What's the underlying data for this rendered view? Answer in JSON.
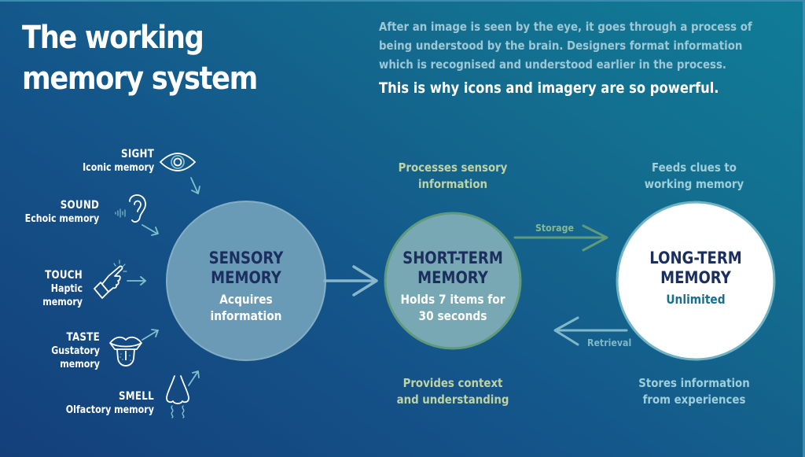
{
  "title": {
    "line1": "The working",
    "line2": "memory system"
  },
  "intro": {
    "text": "After an image is seen by the eye, it goes through a process of being understood by the brain. Designers format information which is recognised and understood earlier in the process.",
    "lead": "This is why icons and imagery are so powerful."
  },
  "senses": [
    {
      "name": "SIGHT",
      "memory": "Iconic memory",
      "icon": "eye-icon"
    },
    {
      "name": "SOUND",
      "memory": "Echoic memory",
      "icon": "ear-icon"
    },
    {
      "name": "TOUCH",
      "memory": "Haptic memory",
      "icon": "pointing-hand-icon"
    },
    {
      "name": "TASTE",
      "memory": "Gustatory memory",
      "icon": "tongue-icon"
    },
    {
      "name": "SMELL",
      "memory": "Olfactory memory",
      "icon": "nose-icon"
    }
  ],
  "stages": {
    "sensory": {
      "head1": "SENSORY",
      "head2": "MEMORY",
      "body1": "Acquires",
      "body2": "information"
    },
    "short_term": {
      "head1": "SHORT-TERM",
      "head2": "MEMORY",
      "body1": "Holds 7 items for",
      "body2": "30 seconds",
      "note_top1": "Processes sensory",
      "note_top2": "information",
      "note_bottom1": "Provides context",
      "note_bottom2": "and understanding"
    },
    "long_term": {
      "head1": "LONG-TERM",
      "head2": "MEMORY",
      "body1": "Unlimited",
      "note_top1": "Feeds clues to",
      "note_top2": "working memory",
      "note_bottom1": "Stores information",
      "note_bottom2": "from experiences"
    }
  },
  "flows": {
    "storage": "Storage",
    "retrieval": "Retrieval"
  },
  "colors": {
    "bg_dark": "#143f7a",
    "bg_light": "#0f7d97",
    "sensory_circle": "#6f9fb9",
    "short_term_circle": "#78a8b3",
    "short_term_border": "#5f9a7a",
    "long_term_circle": "#ffffff",
    "long_term_border": "#6fb3c4",
    "accent_green": "#bfd3a3",
    "accent_blue": "#9fcfdb",
    "heading_navy": "#1b2f5e"
  }
}
